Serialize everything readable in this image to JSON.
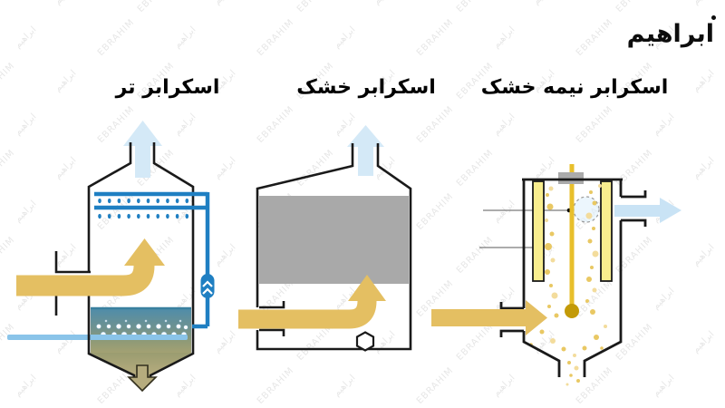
{
  "logo": {
    "text": "ابراهیم"
  },
  "diagrams": [
    {
      "title": "اسکرابر تر",
      "type": "wet-scrubber"
    },
    {
      "title": "اسکرابر خشک",
      "type": "dry-scrubber"
    },
    {
      "title": "اسکرابر نیمه خشک",
      "type": "semi-dry-scrubber"
    }
  ],
  "watermark": {
    "texts": [
      "EBRAHIM",
      "ابراهیم"
    ]
  },
  "colors": {
    "gas_arrow": "#e4bf62",
    "clean_gas_arrow": "#d4e9f7",
    "outlet_gas_arrow": "#c9e3f5",
    "water_blue": "#1f7fc2",
    "water_pipe_light": "#8ac4e9",
    "pool_top": "#4d8cab",
    "pool_bottom": "#a3a173",
    "slurry_khaki": "#b6ac7e",
    "dry_bed_gray": "#a9a9a9",
    "motor_gray": "#ababab",
    "atomizer_gold": "#e8bf2b",
    "atomizer_ball": "#c39a08",
    "particle_gold": "#e9c863",
    "spray_strip_yellow": "#f9ee8e",
    "outline": "#1a1a1a",
    "leader_gray": "#7a7a7a"
  }
}
